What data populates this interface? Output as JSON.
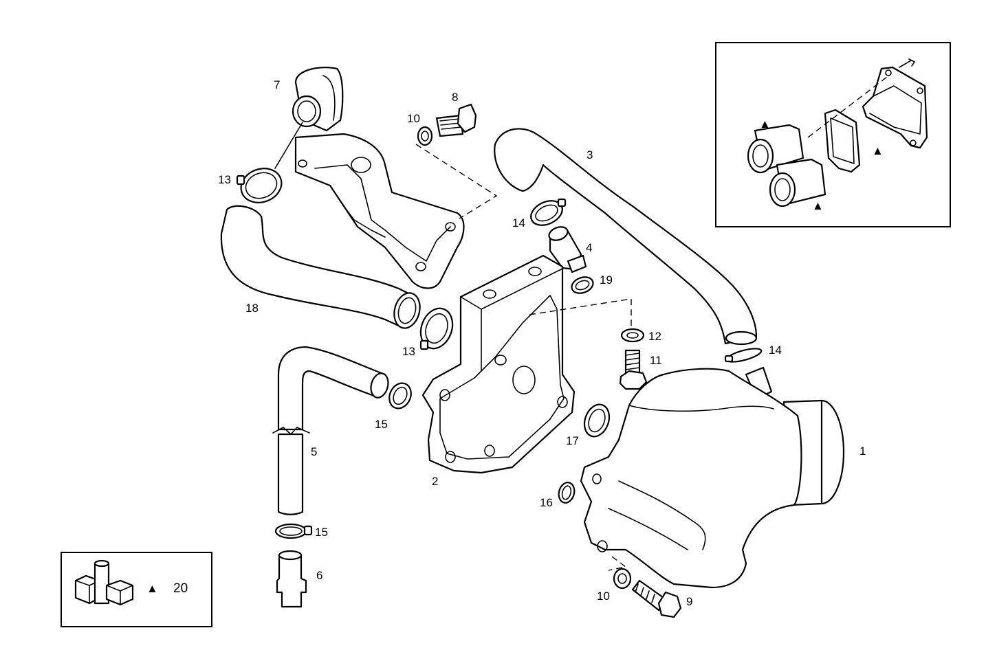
{
  "callouts": {
    "p1": "1",
    "p2": "2",
    "p3": "3",
    "p4": "4",
    "p5": "5",
    "p6": "6",
    "p7": "7",
    "p8": "8",
    "p9": "9",
    "p10a": "10",
    "p10b": "10",
    "p11": "11",
    "p12": "12",
    "p13a": "13",
    "p13b": "13",
    "p14a": "14",
    "p14b": "14",
    "p15a": "15",
    "p15b": "15",
    "p16": "16",
    "p17": "17",
    "p18": "18",
    "p19": "19"
  },
  "legend": {
    "label": "20",
    "marker": "▲"
  },
  "inset": {
    "marker": "▲"
  }
}
